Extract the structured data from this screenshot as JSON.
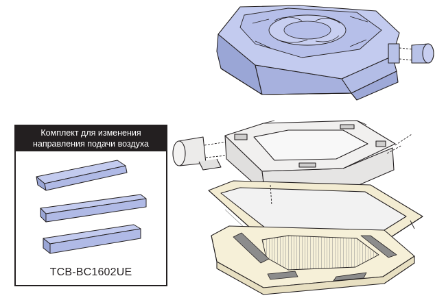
{
  "kit": {
    "title_line1": "Комплект для изменения",
    "title_line2": "направления подачи воздуха",
    "model": "TCB-BC1602UE"
  },
  "colors": {
    "unit_blue": "#b8c2e8",
    "unit_blue_dark": "#9aa6d6",
    "panel_cream": "#f6f0d8",
    "frame_cream": "#f3ecd2",
    "body_grey": "#eceaea",
    "outline": "#231f20"
  }
}
